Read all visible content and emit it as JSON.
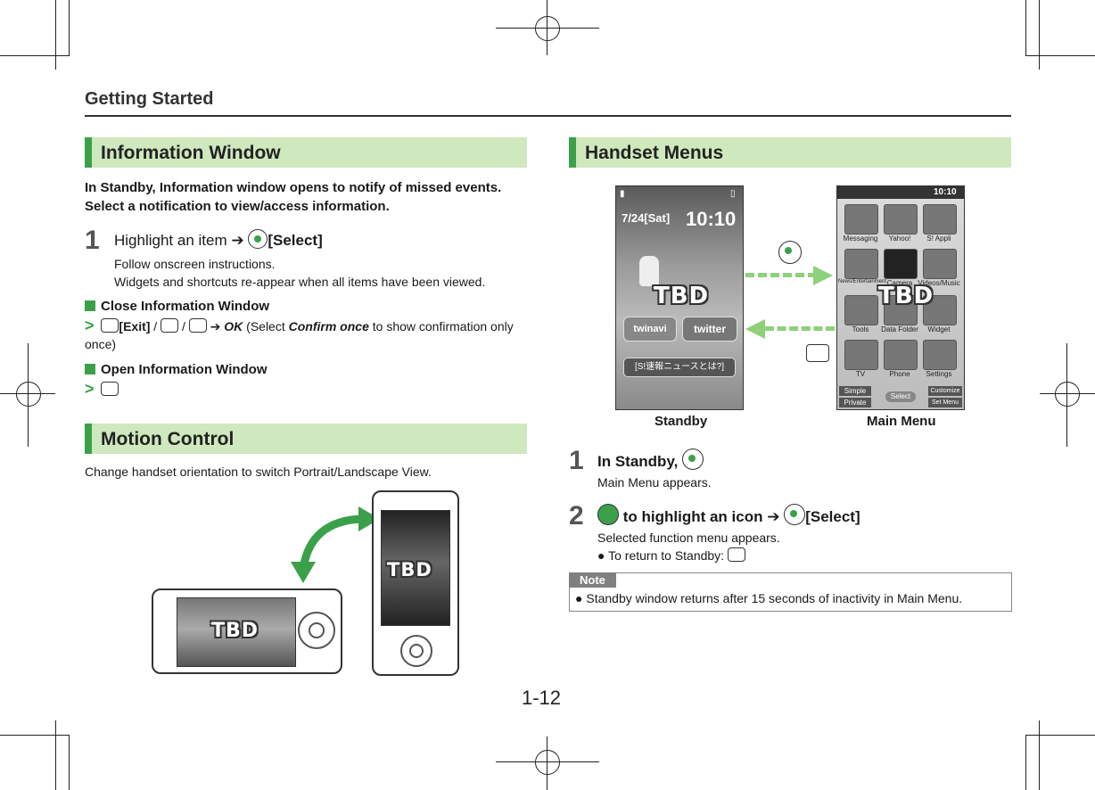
{
  "running_head": "Getting Started",
  "page_number": "1-12",
  "info_window": {
    "title": "Information Window",
    "lead": "In Standby, Information window opens to notify of missed events. Select a notification to view/access information.",
    "step1_num": "1",
    "step1_text": "Highlight an item",
    "step1_select": "[Select]",
    "step1_sub1": "Follow onscreen instructions.",
    "step1_sub2": "Widgets and shortcuts re-appear when all items have been viewed.",
    "close_head": "Close Information Window",
    "close_exit": "[Exit]",
    "close_ok": "OK",
    "close_select_pre": "(Select ",
    "close_confirm": "Confirm once",
    "close_rest": " to show confirmation only once)",
    "open_head": "Open Information Window"
  },
  "motion_control": {
    "title": "Motion Control",
    "lead": "Change handset orientation to switch Portrait/Landscape View.",
    "placeholder": "TBD"
  },
  "handset_menus": {
    "title": "Handset Menus",
    "standby_caption": "Standby",
    "main_caption": "Main Menu",
    "standby_date": "7/24[Sat]",
    "standby_time": "10:10",
    "placeholder": "TBD",
    "twinavi": "twinavi",
    "twitter": "twitter",
    "news_bar": "[S!速報ニュースとは?]",
    "main_time": "10:10",
    "menu_items": [
      "Messaging",
      "Yahoo!",
      "S! Appli",
      "News/Entertainment",
      "Camera",
      "Videos/Music",
      "Tools",
      "Data Folder",
      "Widget",
      "TV",
      "Phone",
      "Settings"
    ],
    "soft_simple": "Simple",
    "soft_private": "Private",
    "soft_select": "Select",
    "soft_customize": "Customize",
    "soft_setmenu": "Set Menu",
    "step1_num": "1",
    "step1_text": "In Standby,",
    "step1_sub": "Main Menu appears.",
    "step2_num": "2",
    "step2_text": "to highlight an icon",
    "step2_select": "[Select]",
    "step2_sub": "Selected function menu appears.",
    "step2_bullet": "To return to Standby:",
    "note_tag": "Note",
    "note_text": "Standby window returns after 15 seconds of inactivity in Main Menu."
  },
  "colors": {
    "accent_green": "#3aa14a",
    "section_bg": "#cfe8bd"
  }
}
